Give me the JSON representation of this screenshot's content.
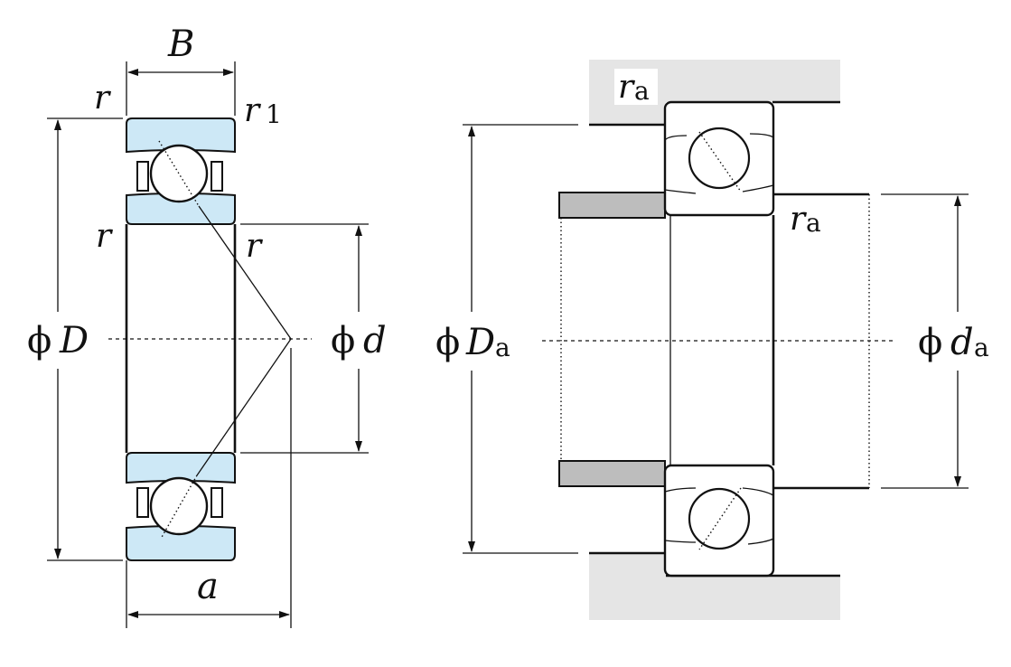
{
  "left_view": {
    "label_B": "B",
    "label_r_top_left": "r",
    "label_r1": "r",
    "label_r1_sub": "1",
    "label_r_mid_left": "r",
    "label_r_mid_right": "r",
    "label_D_phi": "ϕ",
    "label_D": "D",
    "label_d_phi": "ϕ",
    "label_d": "d",
    "label_a": "a"
  },
  "right_view": {
    "label_ra_top": "r",
    "label_ra_top_sub": "a",
    "label_ra_right": "r",
    "label_ra_right_sub": "a",
    "label_Da_phi": "ϕ",
    "label_Da": "D",
    "label_Da_sub": "a",
    "label_da_phi": "ϕ",
    "label_da": "d",
    "label_da_sub": "a"
  },
  "colors": {
    "ring_fill": "#cde8f6",
    "housing_fill": "#e5e5e5",
    "shaft_fill": "#bdbdbd",
    "line": "#111111"
  }
}
